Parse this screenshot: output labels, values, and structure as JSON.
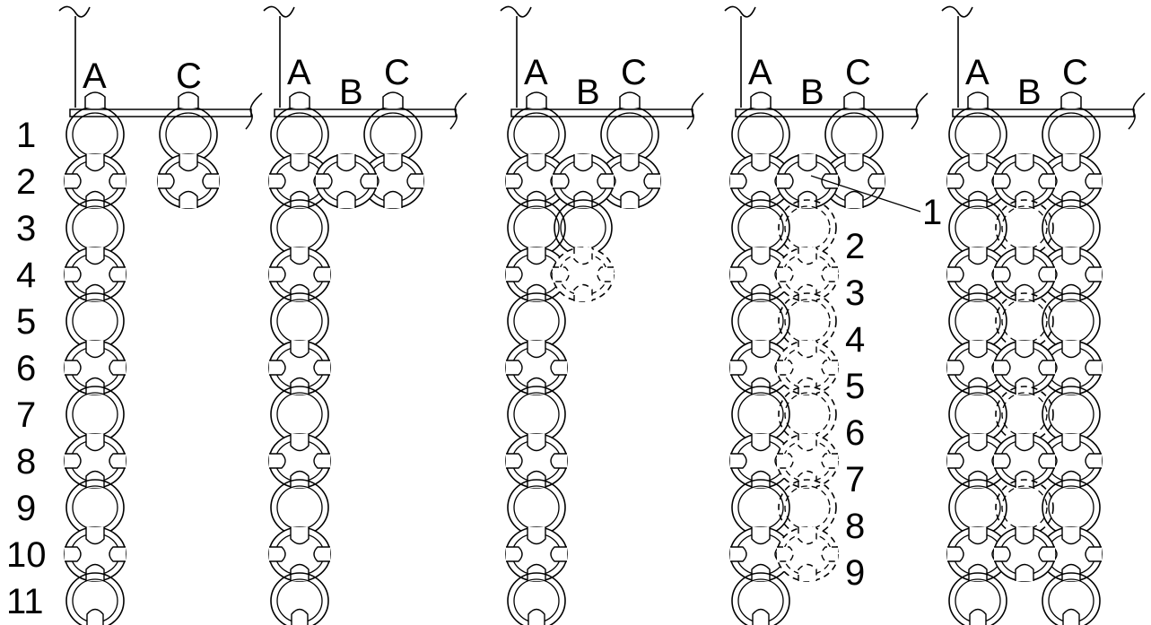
{
  "row_numbers": [
    "1",
    "2",
    "3",
    "4",
    "5",
    "6",
    "7",
    "8",
    "9",
    "10",
    "11"
  ],
  "panels": [
    {
      "column_labels": [
        "A",
        "C"
      ],
      "callouts": []
    },
    {
      "column_labels": [
        "A",
        "B",
        "C"
      ],
      "callouts": []
    },
    {
      "column_labels": [
        "A",
        "B",
        "C"
      ],
      "callouts": []
    },
    {
      "column_labels": [
        "A",
        "B",
        "C"
      ],
      "callouts": [
        "1",
        "2",
        "3",
        "4",
        "5",
        "6",
        "7",
        "8",
        "9"
      ]
    },
    {
      "column_labels": [
        "A",
        "B",
        "C"
      ],
      "callouts": []
    }
  ],
  "colors": {
    "ink": "#000000",
    "paper": "#ffffff"
  }
}
